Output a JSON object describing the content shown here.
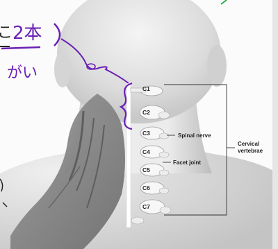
{
  "diagram": {
    "vertebrae": [
      "C1",
      "C2",
      "C3",
      "C4",
      "C5",
      "C6",
      "C7"
    ],
    "labels": {
      "spinal_nerve": "Spinal nerve",
      "facet_joint": "Facet joint",
      "cervical_vertebrae_line1": "Cervical",
      "cervical_vertebrae_line2": "vertebrae"
    }
  },
  "annotations": {
    "handwritten_top": "2本",
    "handwritten_left": "がい",
    "cropped_left_top": "こ"
  },
  "colors": {
    "ink": "#6a1fb5",
    "skin_dark": "#8a8a8a",
    "skin_light": "#efefef",
    "bone": "#f6f6f6",
    "green_marks": "#2ea84a"
  }
}
